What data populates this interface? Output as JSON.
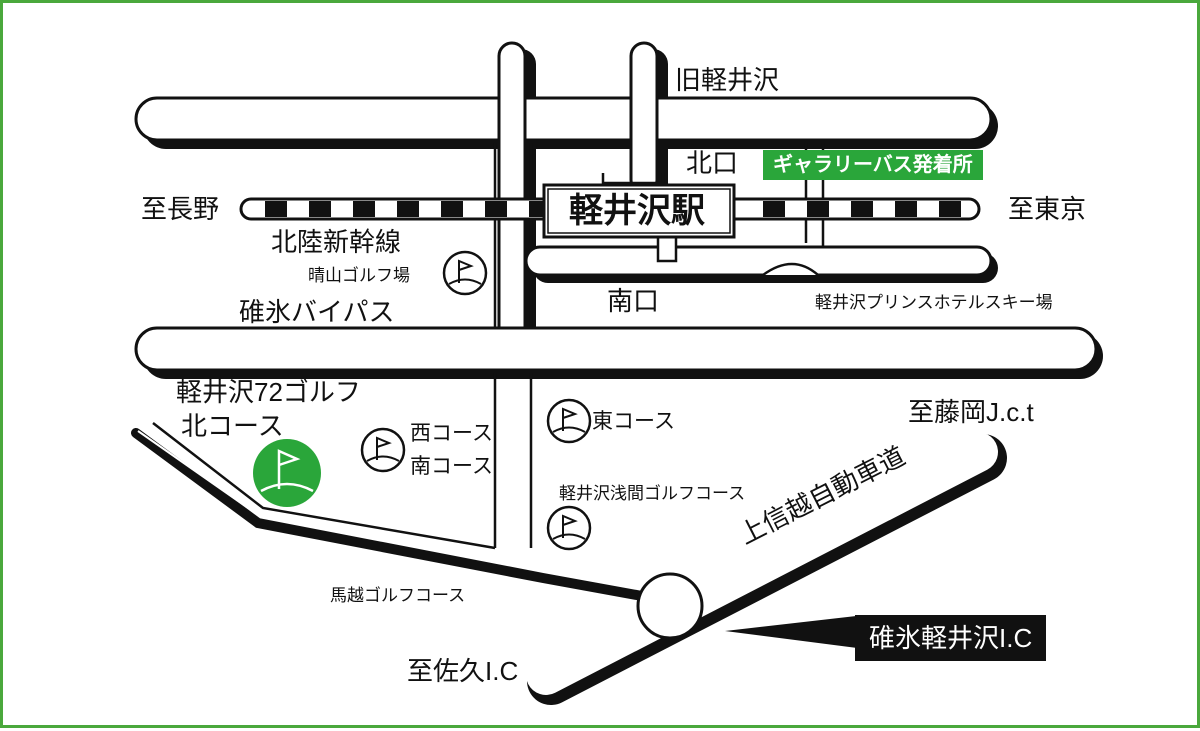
{
  "colors": {
    "frame": "#4aa83c",
    "accent_green": "#2aa63a",
    "road_fill": "#ffffff",
    "road_outline": "#111111",
    "label_bg_dark": "#111111"
  },
  "labels": {
    "kyu_karuizawa": "旧軽井沢",
    "kitaguchi": "北口",
    "gallery_bus": "ギャラリーバス発着所",
    "to_nagano": "至長野",
    "station": "軽井沢駅",
    "to_tokyo": "至東京",
    "hokuriku": "北陸新幹線",
    "harayama_golf": "晴山ゴルフ場",
    "minamiguchi": "南口",
    "prince_ski": "軽井沢プリンスホテルスキー場",
    "usui_bypass": "碓氷バイパス",
    "k72_line1": "軽井沢72ゴルフ",
    "k72_line2": "北コース",
    "nishi_course": "西コース",
    "minami_course": "南コース",
    "higashi_course": "東コース",
    "to_fujioka": "至藤岡J.c.t",
    "asama_golf": "軽井沢浅間ゴルフコース",
    "joshinetsu": "上信越自動車道",
    "magoshi_golf": "馬越ゴルフコース",
    "usui_ic": "碓氷軽井沢I.C",
    "to_saku": "至佐久I.C"
  },
  "icons": {
    "golf": "golf-flag-icon",
    "highlight_golf": "golf-flag-icon-highlighted"
  }
}
